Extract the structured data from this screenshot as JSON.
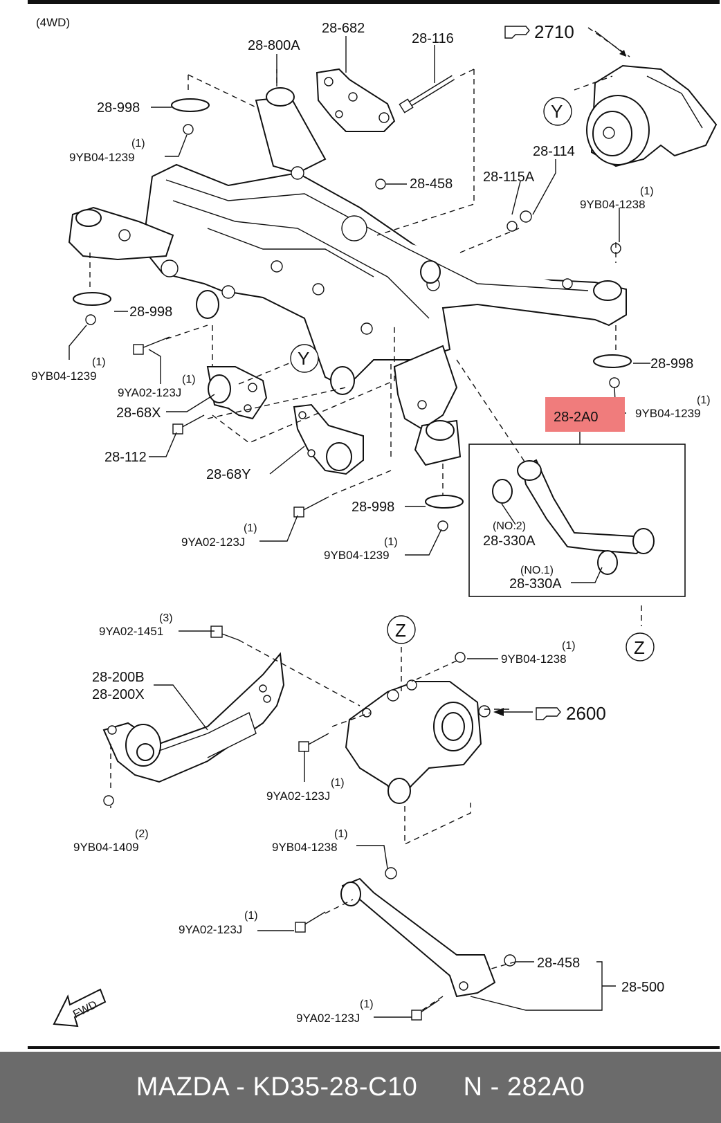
{
  "diagram": {
    "variant": "(4WD)",
    "callouts": {
      "ref_2710": "2710",
      "ref_2600": "2600",
      "view_y": "Y",
      "view_z": "Z",
      "fwd": "FWD"
    },
    "labels": {
      "p28_800A": "28-800A",
      "p28_682": "28-682",
      "p28_116": "28-116",
      "p28_998_a": "28-998",
      "q_1a": "(1)",
      "p9YB04_1239_a": "9YB04-1239",
      "p28_458_a": "28-458",
      "p28_115A": "28-115A",
      "p28_114": "28-114",
      "q_1b": "(1)",
      "p9YB04_1238_a": "9YB04-1238",
      "p28_998_b": "28-998",
      "q_1c": "(1)",
      "p9YB04_1239_b": "9YB04-1239",
      "q_1d": "(1)",
      "p9YA02_123J_a": "9YA02-123J",
      "p28_68X": "28-68X",
      "p28_112": "28-112",
      "p28_68Y": "28-68Y",
      "p28_998_c": "28-998",
      "q_1e": "(1)",
      "p9YB04_1239_c": "9YB04-1239",
      "p28_2A0": "28-2A0",
      "p28_998_d": "28-998",
      "q_1f": "(1)",
      "p9YA02_123J_b": "9YA02-123J",
      "q_1g": "(1)",
      "p9YB04_1239_d": "9YB04-1239",
      "no2": "(NO.2)",
      "p28_330A_a": "28-330A",
      "no1": "(NO.1)",
      "p28_330A_b": "28-330A",
      "q_3": "(3)",
      "p9YA02_1451": "9YA02-1451",
      "q_1h": "(1)",
      "p9YB04_1238_b": "9YB04-1238",
      "p28_200B": "28-200B",
      "p28_200X": "28-200X",
      "q_1i": "(1)",
      "p9YA02_123J_c": "9YA02-123J",
      "q_2": "(2)",
      "p9YB04_1409": "9YB04-1409",
      "q_1j": "(1)",
      "p9YB04_1238_c": "9YB04-1238",
      "q_1k": "(1)",
      "p9YA02_123J_d": "9YA02-123J",
      "p28_458_b": "28-458",
      "p28_500": "28-500",
      "q_1l": "(1)",
      "p9YA02_123J_e": "9YA02-123J"
    },
    "highlight_color": "#f07c7c"
  },
  "footer": {
    "text": "MAZDA - KD35-28-C10      N - 282A0"
  }
}
